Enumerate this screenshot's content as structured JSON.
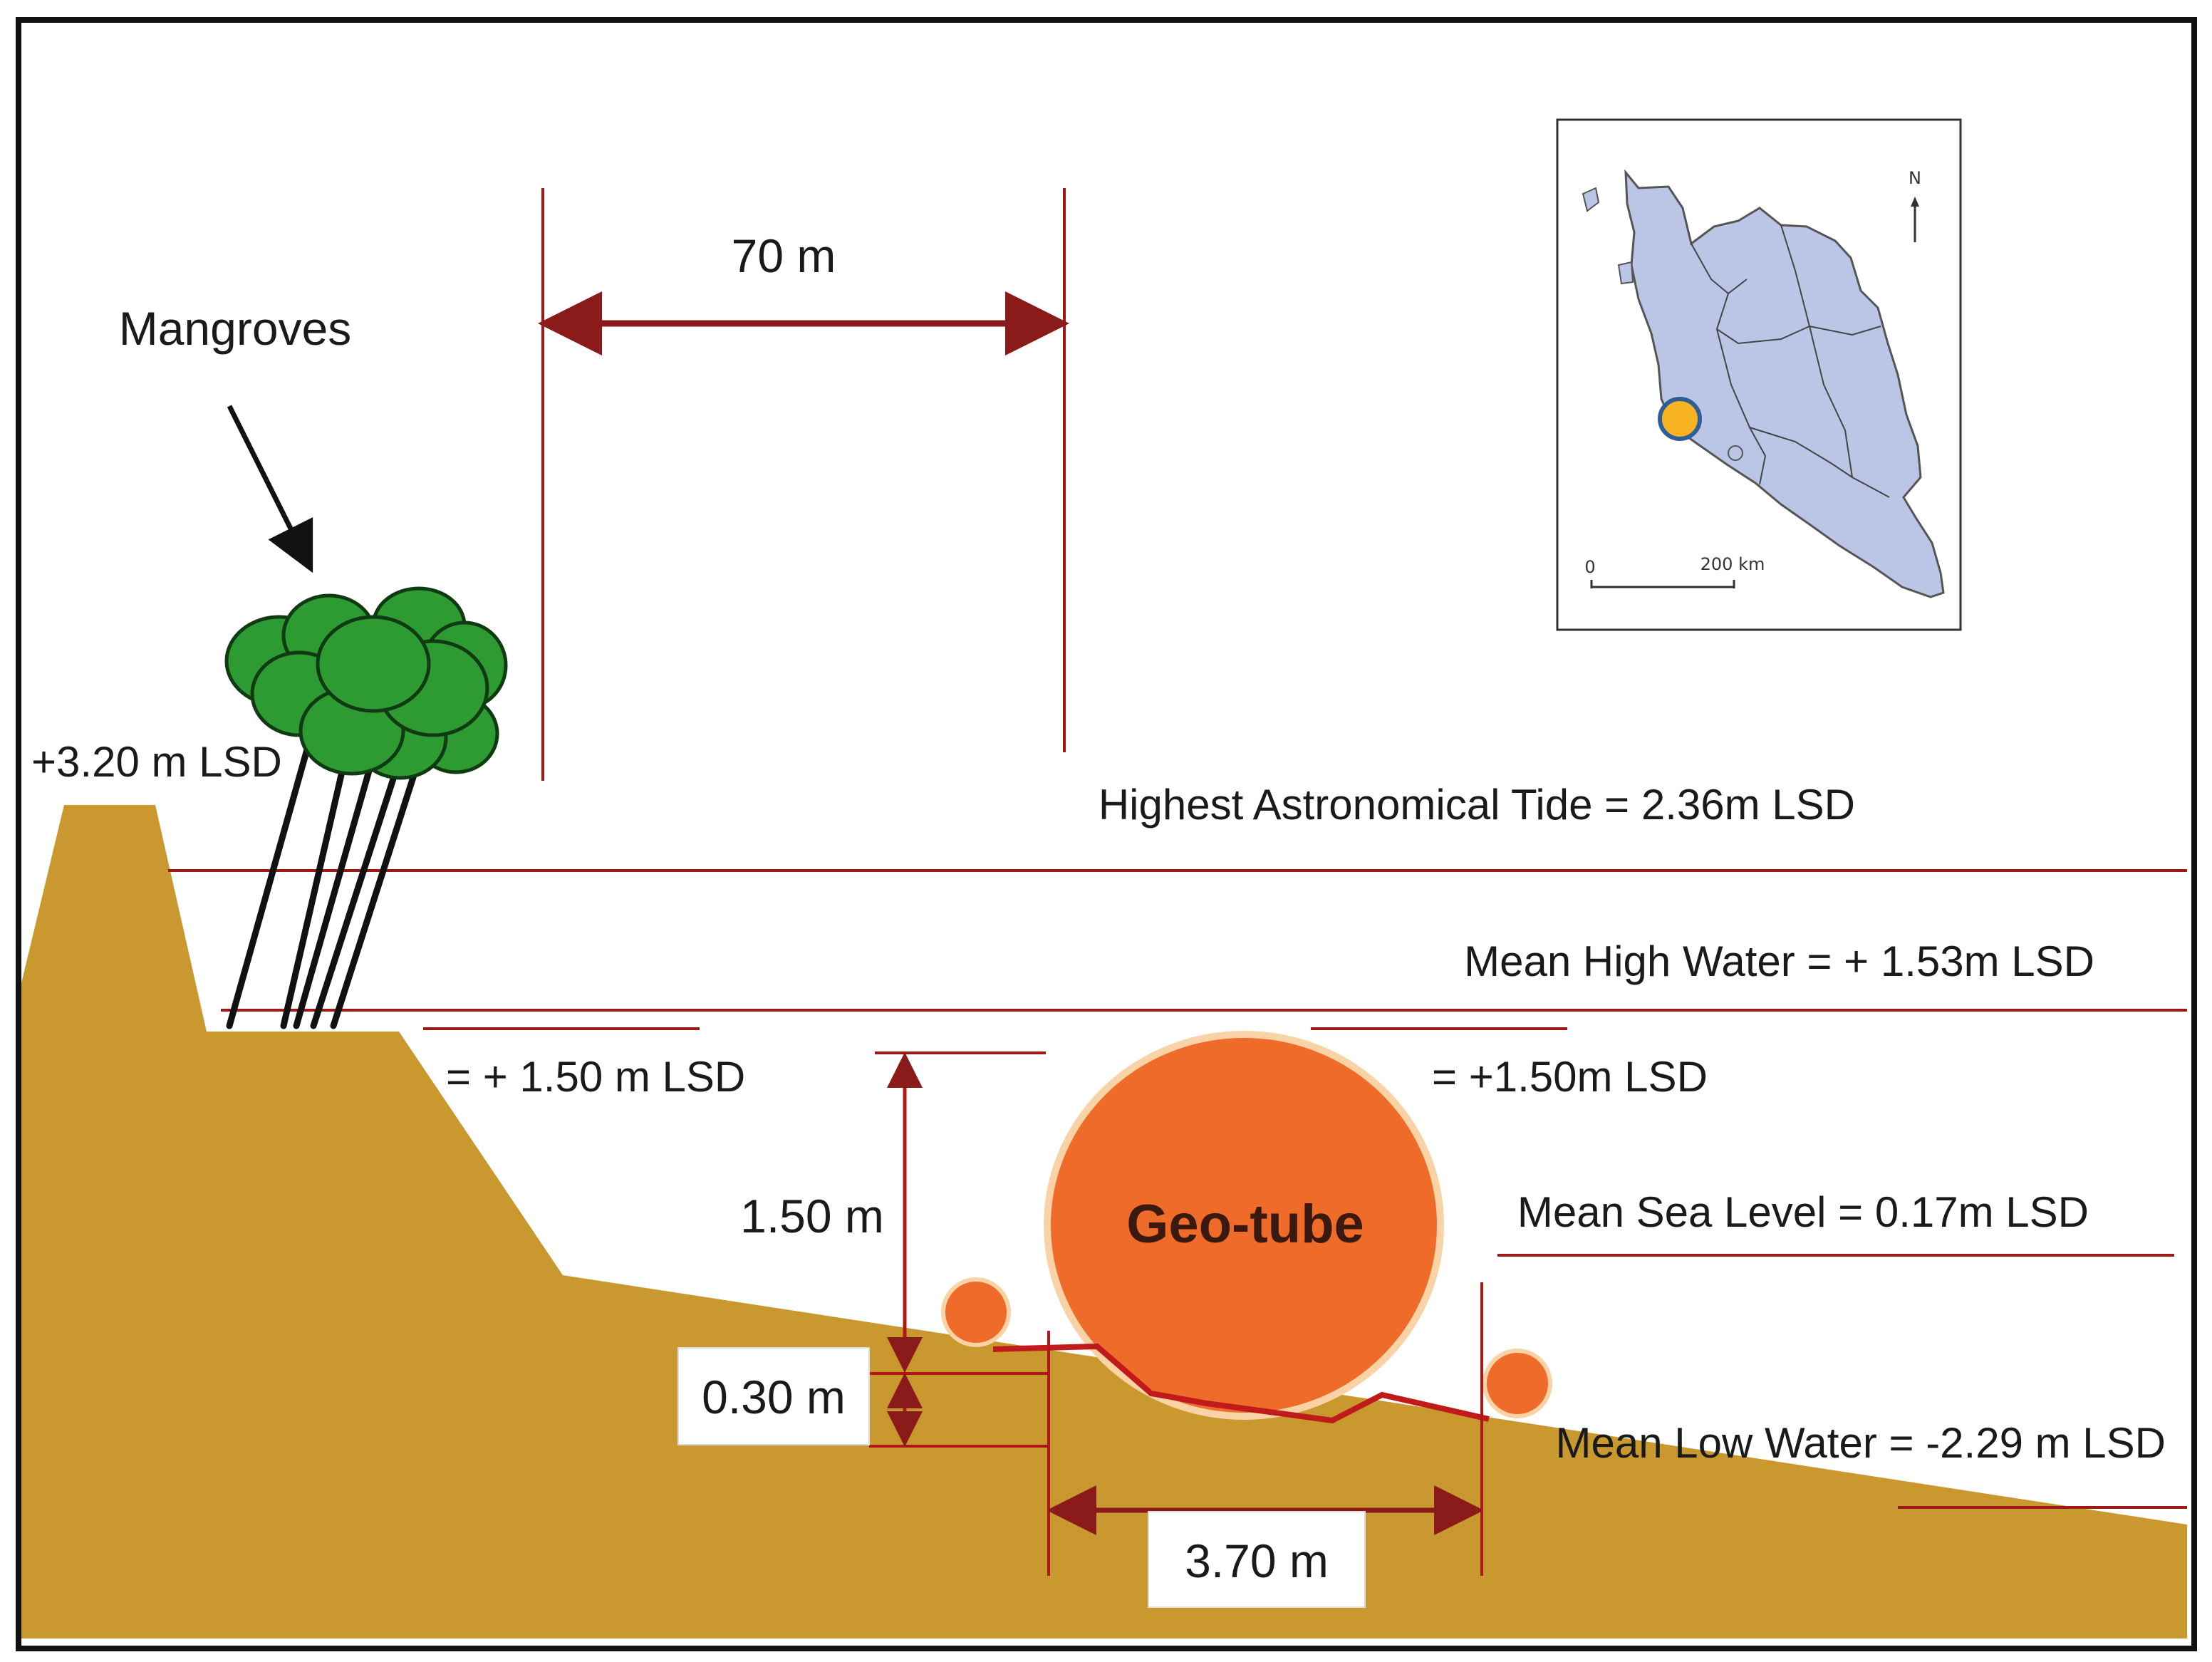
{
  "labels": {
    "width_70m": "70 m",
    "mangroves": "Mangroves",
    "crest_level": "+3.20 m LSD",
    "bench_level": "= + 1.50 m LSD",
    "geotube_top_level": "= +1.50m LSD",
    "geotube": "Geo-tube",
    "height_150": "1.50 m",
    "depth_030": "0.30 m",
    "base_width_370": "3.70 m"
  },
  "tide_levels": {
    "hat": "Highest Astronomical Tide = 2.36m LSD",
    "mhw": "Mean High Water = + 1.53m LSD",
    "msl": "Mean Sea Level = 0.17m LSD",
    "mlw": "Mean Low Water = -2.29 m LSD"
  },
  "map": {
    "north_label": "N",
    "scale_start": "0",
    "scale_end": "200 km"
  },
  "colors": {
    "ground": "#C9992F",
    "level_line": "#9B1B1B",
    "geotube": "#EE6B2A",
    "foliage": "#2E9A32",
    "map_land": "#BBC5E6",
    "location_marker": "#F7B321"
  }
}
